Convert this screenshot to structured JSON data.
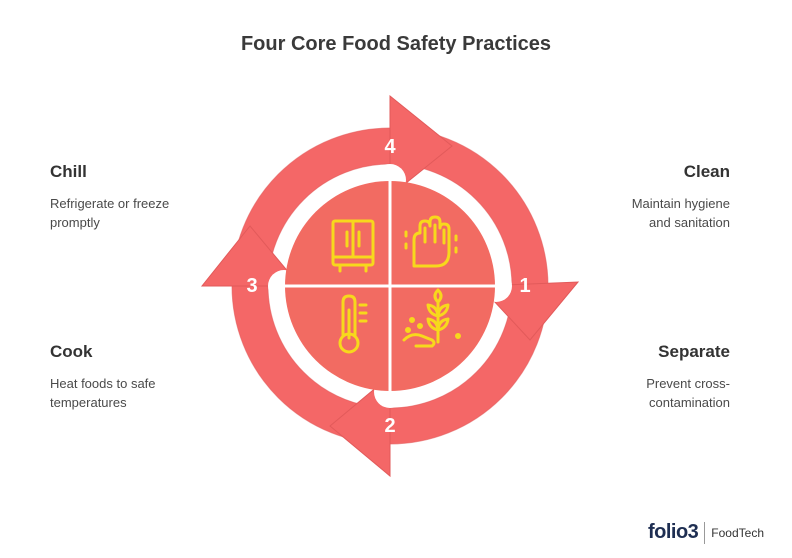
{
  "title": "Four Core Food Safety Practices",
  "steps": [
    {
      "number": "1",
      "name": "Clean",
      "description": "Maintain hygiene\nand sanitation",
      "icon": "hand-icon"
    },
    {
      "number": "2",
      "name": "Separate",
      "description": "Prevent cross-\ncontamination",
      "icon": "wheat-icon"
    },
    {
      "number": "3",
      "name": "Cook",
      "description": "Heat foods to safe\ntemperatures",
      "icon": "thermometer-icon"
    },
    {
      "number": "4",
      "name": "Chill",
      "description": "Refrigerate or freeze\npromptly",
      "icon": "refrigerator-icon"
    }
  ],
  "logo": {
    "brand": "folio3",
    "sub": "FoodTech"
  },
  "colors": {
    "arrow": "#f46767",
    "arrow_stroke": "#e25a5a",
    "center": "#f26b62",
    "icon": "#f7d81c",
    "divider": "#ffffff"
  }
}
